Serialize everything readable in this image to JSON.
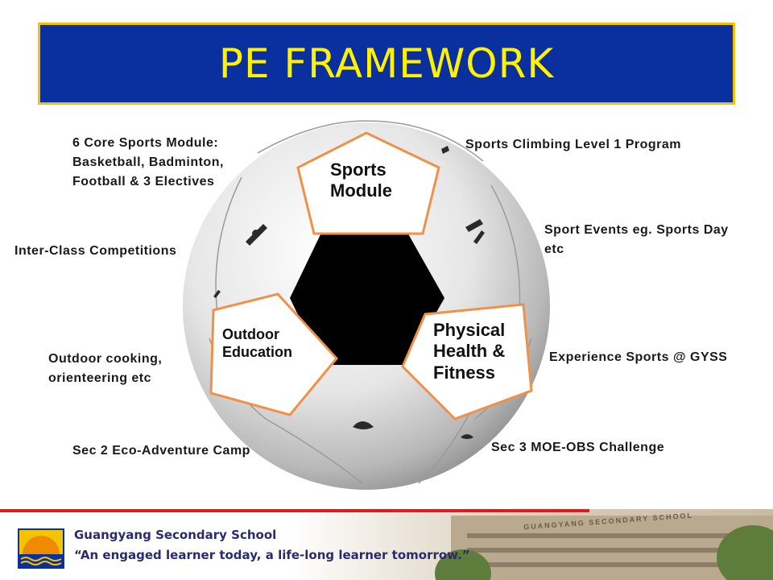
{
  "title": "PE FRAMEWORK",
  "segments": {
    "sports_module": "Sports Module",
    "outdoor_education": "Outdoor Education",
    "physical_health": "Physical Health & Fitness"
  },
  "left_notes": {
    "core_sports": "6 Core Sports  Module: Basketball, Badminton, Football & 3 Electives",
    "inter_class": "Inter-Class Competitions",
    "outdoor_cooking": "Outdoor cooking, orienteering etc",
    "eco_camp": "Sec 2 Eco-Adventure Camp"
  },
  "right_notes": {
    "climbing": "Sports Climbing  Level 1 Program",
    "sport_events": "Sport Events eg. Sports Day etc",
    "experience": "Experience Sports @ GYSS",
    "obs": "Sec 3 MOE-OBS Challenge"
  },
  "footer": {
    "school_name": "Guangyang Secondary School",
    "motto": "“An engaged learner today, a life-long learner tomorrow.”",
    "building_sign": "GUANGYANG SECONDARY SCHOOL"
  },
  "colors": {
    "title_bg": "#0a2f9e",
    "title_border": "#f2c200",
    "title_text": "#fff200",
    "pentagon_stroke": "#f0914a",
    "footer_line": "#e01b1b"
  }
}
